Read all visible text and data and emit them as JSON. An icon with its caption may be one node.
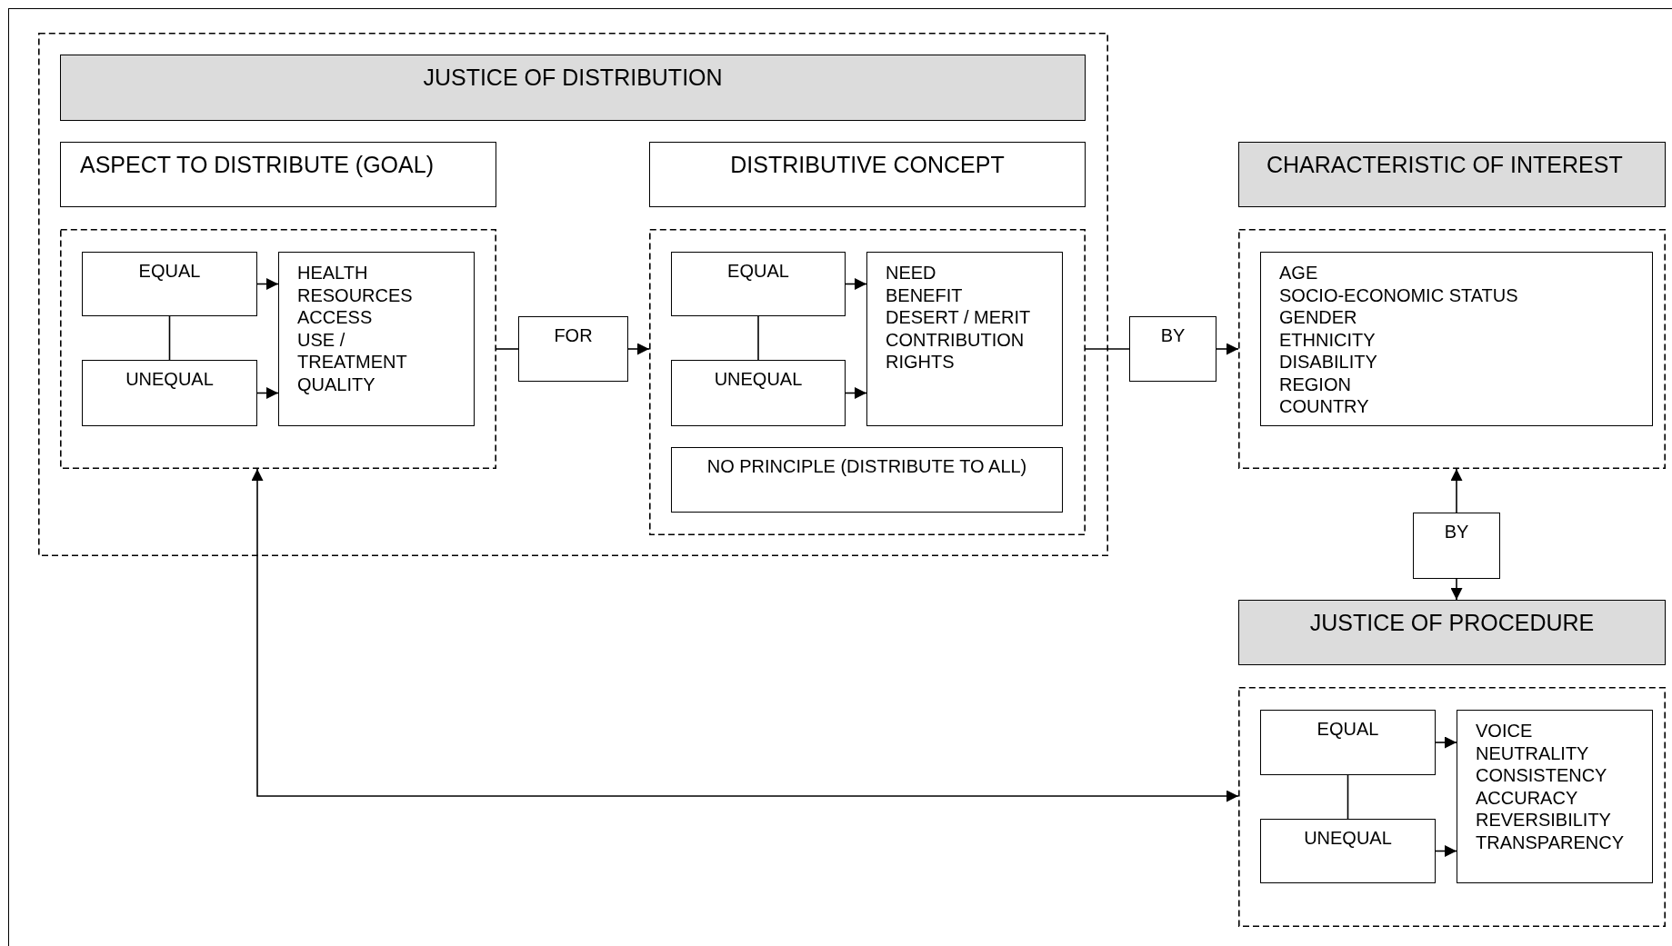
{
  "diagram": {
    "nodes": [
      {
        "text": [],
        "shape": "box"
      },
      {
        "text": [
          "JUSTICE OF DISTRIBUTION"
        ],
        "in": 0
      },
      {
        "text": [
          "ASPECT TO DISTRIBUTE (GOAL)"
        ],
        "in": 0
      },
      {
        "text": [
          "DISTRIBUTIVE CONCEPT"
        ],
        "in": 0
      },
      {
        "text": [
          "CHARACTERISTIC OF INTEREST"
        ]
      },
      {
        "text": [],
        "shape": "box",
        "in": 0
      },
      {
        "text": [
          "EQUAL"
        ],
        "in": 5
      },
      {
        "text": [
          "UNEQUAL"
        ],
        "in": 5
      },
      {
        "text": [
          "HEALTH",
          "RESOURCES",
          "ACCESS",
          "USE / TREATMENT",
          "QUALITY"
        ],
        "in": 5
      },
      {
        "text": [
          "FOR"
        ],
        "in": 0
      },
      {
        "text": [],
        "shape": "box",
        "in": 0
      },
      {
        "text": [
          "EQUAL"
        ],
        "in": 10
      },
      {
        "text": [
          "UNEQUAL"
        ],
        "in": 10
      },
      {
        "text": [
          "NEED",
          "BENEFIT",
          "DESERT / MERIT",
          "CONTRIBUTION",
          "RIGHTS"
        ],
        "in": 10
      },
      {
        "text": [
          "NO PRINCIPLE (DISTRIBUTE TO ALL)"
        ],
        "in": 10
      },
      {
        "text": [
          "BY"
        ]
      },
      {
        "text": [],
        "shape": "box"
      },
      {
        "text": [
          "AGE",
          "SOCIO-ECONOMIC STATUS",
          "GENDER",
          "ETHNICITY",
          "DISABILITY",
          "REGION",
          "COUNTRY"
        ],
        "in": 16
      },
      {
        "text": [
          "BY"
        ]
      },
      {
        "text": [
          "JUSTICE OF PROCEDURE"
        ]
      },
      {
        "text": [],
        "shape": "box"
      },
      {
        "text": [
          "EQUAL"
        ],
        "in": 20
      },
      {
        "text": [
          "UNEQUAL"
        ],
        "in": 20
      },
      {
        "text": [
          "VOICE",
          "NEUTRALITY",
          "CONSISTENCY",
          "ACCURACY",
          "REVERSIBILITY",
          "TRANSPARENCY"
        ],
        "in": 20
      }
    ],
    "edges": [
      {
        "from": 6,
        "to": 8,
        "arrow": "to"
      },
      {
        "from": 7,
        "to": 8,
        "arrow": "to"
      },
      {
        "from": 6,
        "to": 7,
        "arrow": "none"
      },
      {
        "from": 5,
        "to": 9,
        "arrow": "none"
      },
      {
        "from": 9,
        "to": 10,
        "arrow": "to"
      },
      {
        "from": 11,
        "to": 13,
        "arrow": "to"
      },
      {
        "from": 12,
        "to": 13,
        "arrow": "to"
      },
      {
        "from": 11,
        "to": 12,
        "arrow": "none"
      },
      {
        "from": 10,
        "to": 15,
        "arrow": "none"
      },
      {
        "from": 15,
        "to": 16,
        "arrow": "to"
      },
      {
        "from": 18,
        "to": 16,
        "arrow": "to"
      },
      {
        "from": 18,
        "to": 19,
        "arrow": "to"
      },
      {
        "from": 21,
        "to": 23,
        "arrow": "to"
      },
      {
        "from": 22,
        "to": 23,
        "arrow": "to"
      },
      {
        "from": 21,
        "to": 22,
        "arrow": "none"
      },
      {
        "from": 5,
        "to": 20,
        "arrow": "both"
      }
    ]
  }
}
